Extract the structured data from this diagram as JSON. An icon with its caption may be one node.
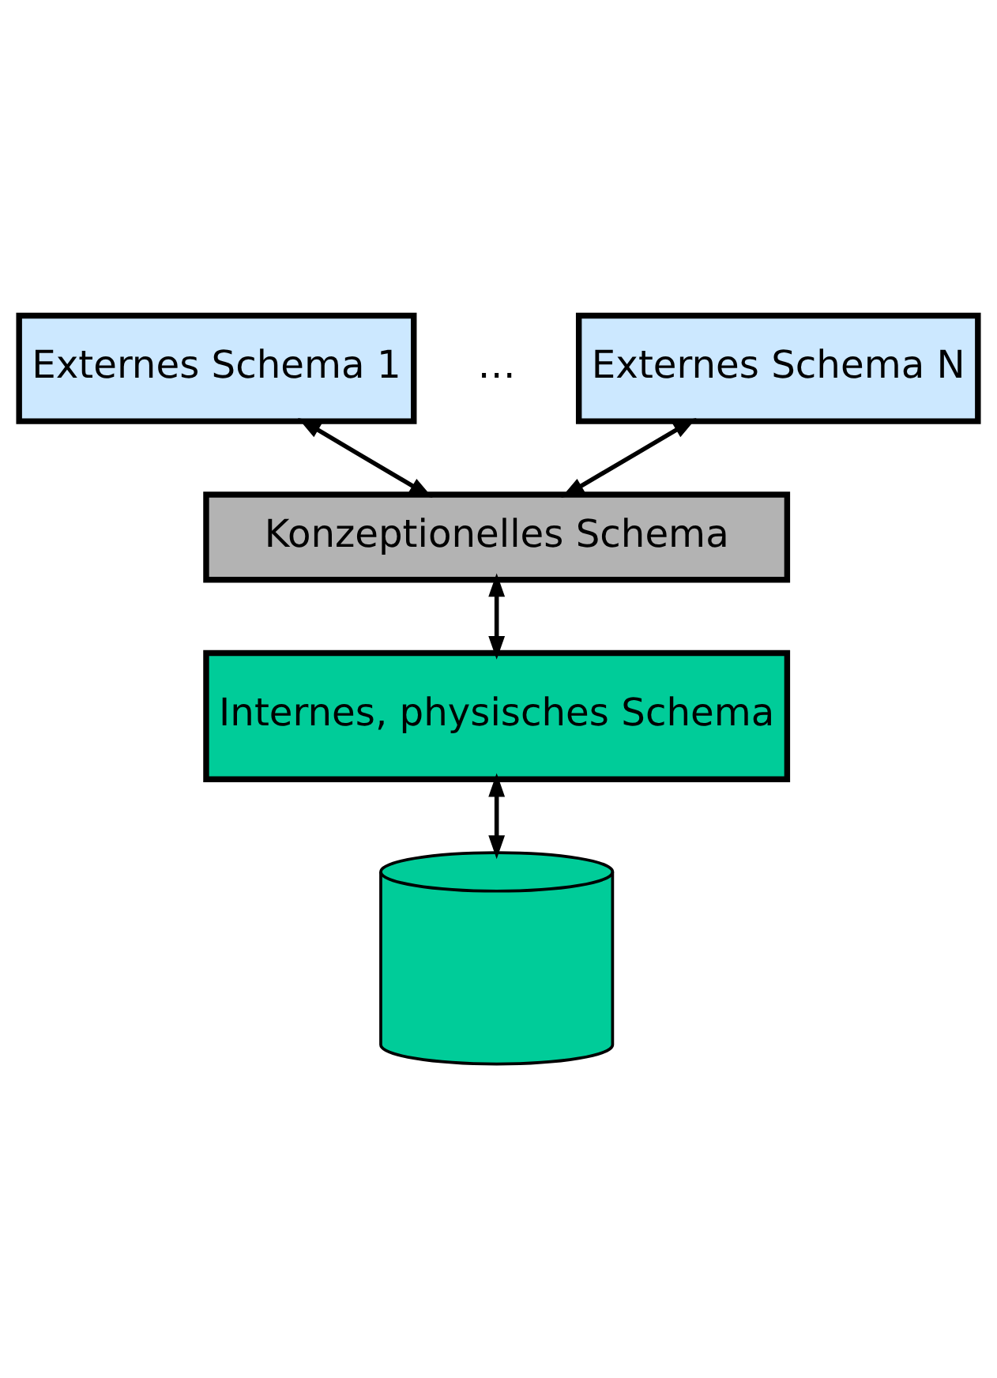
{
  "diagram": {
    "nodes": [
      {
        "text": [
          "Externes Schema 1"
        ]
      },
      {
        "text": [
          "Externes Schema N"
        ]
      },
      {
        "text": [
          "Konzeptionelles Schema"
        ]
      },
      {
        "text": [
          "Internes, physisches Schema"
        ]
      },
      {
        "text": [],
        "shape": "cylinder"
      }
    ],
    "edges": [
      {
        "from": 0,
        "to": 2,
        "arrow": "both"
      },
      {
        "from": 1,
        "to": 2,
        "arrow": "both"
      },
      {
        "from": 2,
        "to": 3,
        "arrow": "both"
      },
      {
        "from": 3,
        "to": 4,
        "arrow": "both"
      }
    ],
    "labels": [
      "…"
    ]
  }
}
